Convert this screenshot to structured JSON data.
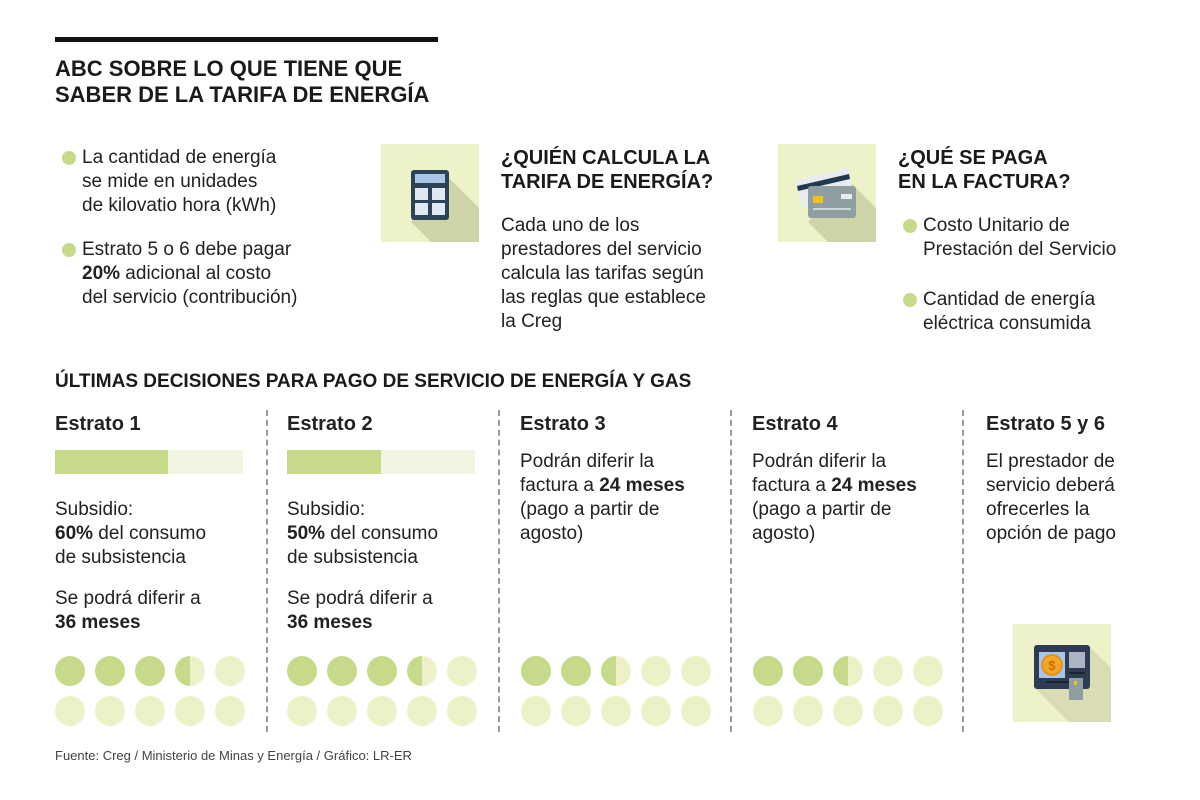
{
  "title": [
    "ABC SOBRE LO QUE TIENE QUE",
    "SABER DE LA TARIFA DE ENERGÍA"
  ],
  "intro": {
    "b1": [
      "La cantidad de energía",
      "se mide en unidades",
      "de kilovatio hora (kWh)"
    ],
    "b2": {
      "l1": "Estrato 5 o 6 debe pagar",
      "bold": "20%",
      "l2rest": " adicional al costo",
      "l3": "del servicio (contribución)"
    }
  },
  "quien": {
    "icon": "calculator-icon",
    "title": [
      "¿QUIÉN CALCULA LA",
      "TARIFA DE ENERGÍA?"
    ],
    "text": [
      "Cada uno de los",
      "prestadores del servicio",
      "calcula las tarifas según",
      "las reglas que establece",
      "la Creg"
    ]
  },
  "que": {
    "icon": "credit-card-icon",
    "title": [
      "¿QUÉ SE PAGA",
      "EN LA FACTURA?"
    ],
    "items": [
      [
        "Costo Unitario de",
        "Prestación del Servicio"
      ],
      [
        "Cantidad de energía",
        "eléctrica consumida"
      ]
    ]
  },
  "section_title": "ÚLTIMAS DECISIONES PARA PAGO DE SERVICIO DE ENERGÍA Y GAS",
  "colors": {
    "green": "#c6da8a",
    "light": "#ecf1c7"
  },
  "estratos": [
    {
      "name": "Estrato 1",
      "subsidy_pct": 60,
      "t1": "Subsidio:",
      "pct": "60%",
      "t2": " del consumo",
      "t3": "de subsistencia",
      "d1": "Se podrá diferir a",
      "d2": "36 meses",
      "dots_filled": 3.5
    },
    {
      "name": "Estrato 2",
      "subsidy_pct": 50,
      "t1": "Subsidio:",
      "pct": "50%",
      "t2": " del consumo",
      "t3": "de subsistencia",
      "d1": "Se podrá diferir a",
      "d2": "36 meses",
      "dots_filled": 3.5
    },
    {
      "name": "Estrato 3",
      "l1": "Podrán diferir la",
      "l2a": "factura a ",
      "l2b": "24 meses",
      "l3": "(pago a partir de",
      "l4": "agosto)",
      "dots_filled": 2.5
    },
    {
      "name": "Estrato 4",
      "l1": "Podrán diferir la",
      "l2a": "factura a ",
      "l2b": "24 meses",
      "l3": "(pago a partir de",
      "l4": "agosto)",
      "dots_filled": 2.5
    },
    {
      "name": "Estrato 5 y 6",
      "l1": "El prestador de",
      "l2": "servicio deberá",
      "l3": "ofrecerles la",
      "l4": "opción de pago",
      "icon": "atm-icon"
    }
  ],
  "source": "Fuente: Creg / Ministerio de Minas y Energía / Gráfico: LR-ER"
}
